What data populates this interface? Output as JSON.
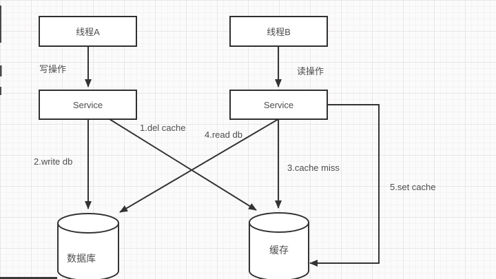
{
  "nodes": {
    "thread_a": "线程A",
    "thread_b": "线程B",
    "service_a": "Service",
    "service_b": "Service",
    "database": "数据库",
    "cache": "缓存"
  },
  "edge_labels": {
    "write_op": "写操作",
    "read_op": "读操作",
    "step1": "1.del cache",
    "step2": "2.write db",
    "step3": "3.cache miss",
    "step4": "4.read db",
    "step5": "5.set cache"
  },
  "colors": {
    "stroke": "#333333",
    "node_fill": "#ffffff",
    "text": "#4d4d4d",
    "background": "#fcfbfb",
    "grid_minor": "#f4f2f3",
    "grid_major": "#e8e6e7"
  }
}
